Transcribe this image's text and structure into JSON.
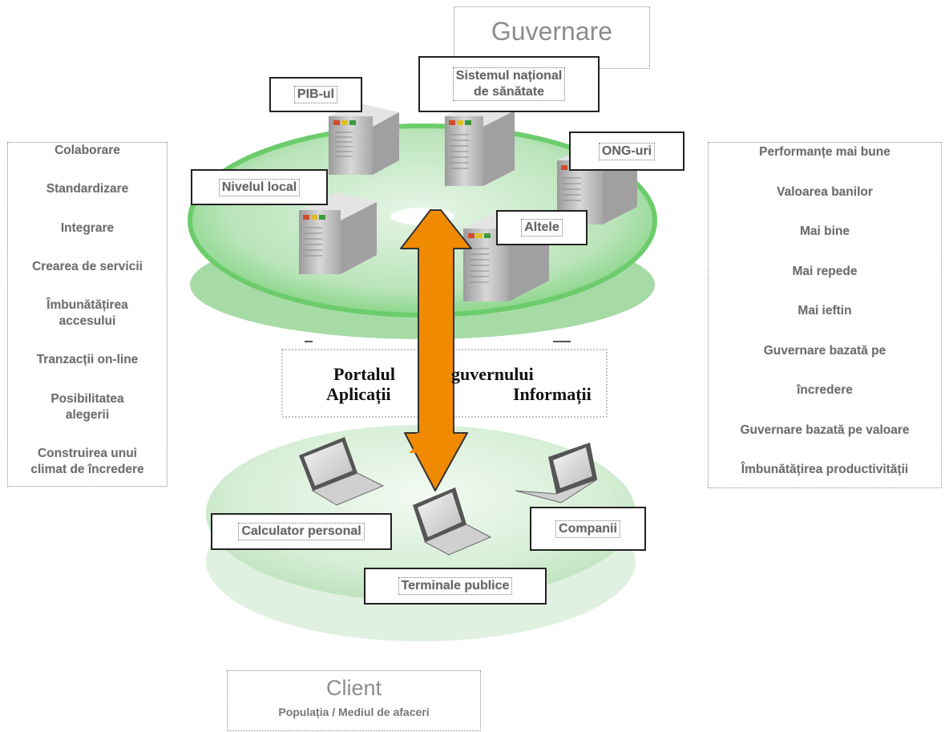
{
  "top_box": {
    "title": "Guvernare"
  },
  "server_labels": {
    "pib": "PIB-ul",
    "health_line1": "Sistemul național",
    "health_line2": "de sănătate",
    "ngo": "ONG-uri",
    "local": "Nivelul local",
    "others": "Altele"
  },
  "left_list": {
    "items": [
      "Colaborare",
      "Standardizare",
      "Integrare",
      "Crearea de servicii",
      "Îmbunătățirea",
      "accesului",
      "Tranzacții on-line",
      "Posibilitatea",
      "alegerii",
      "Construirea unui",
      "climat de încredere"
    ]
  },
  "right_list": {
    "items": [
      "Performanțe mai bune",
      "Valoarea banilor",
      "Mai bine",
      "Mai repede",
      "Mai ieftin",
      "Guvernare bazată pe",
      "încredere",
      "Guvernare bazată pe valoare",
      "Îmbunătățirea productivității"
    ]
  },
  "portal": {
    "word1": "Portalul",
    "word2": "guvernului",
    "word3": "Aplicații",
    "word4": "Informații"
  },
  "client_labels": {
    "pc": "Calculator personal",
    "companies": "Companii",
    "terminals": "Terminale publice"
  },
  "bottom_box": {
    "title": "Client",
    "subtitle": "Populația / Mediul de afaceri"
  },
  "colors": {
    "disc_green": "#7ed67e",
    "disc_light": "#cdebcd",
    "arrow_orange": "#f08a00",
    "server_gray": "#bfbfbf"
  }
}
